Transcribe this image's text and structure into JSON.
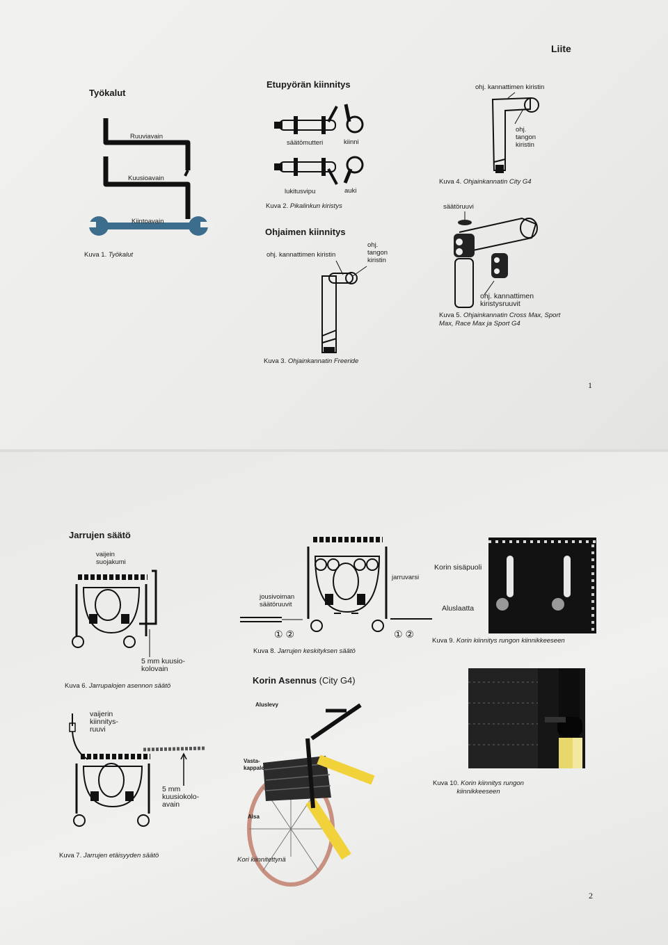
{
  "page1": {
    "header": "Liite",
    "page_number": "1",
    "tools": {
      "heading": "Työkalut",
      "screwdriver": "Ruuviavain",
      "hex_key": "Kuusioavain",
      "wrench": "Kiintoavain",
      "caption_prefix": "Kuva 1.",
      "caption_text": "Työkalut"
    },
    "front_wheel": {
      "heading": "Etupyörän kiinnitys",
      "adjust_nut": "säätömutteri",
      "closed": "kiinni",
      "lock_lever": "lukitusvipu",
      "open": "auki",
      "caption_prefix": "Kuva 2.",
      "caption_text": "Pikalinkun kiristys"
    },
    "handlebar": {
      "heading": "Ohjaimen kiinnitys",
      "stem_tightener": "ohj. kannattimen kiristin",
      "bar_tightener": "ohj.\ntangon\nkiristin",
      "caption_prefix": "Kuva 3.",
      "caption_text": "Ohjainkannatin Freeride"
    },
    "city_stem": {
      "stem_tightener": "ohj. kannattimen kiristin",
      "bar_tightener": "ohj.\ntangon\nkiristin",
      "caption_prefix": "Kuva 4.",
      "caption_text": "Ohjainkannatin City G4"
    },
    "sport_stem": {
      "adjust_screw": "säätöruuvi",
      "stem_screws": "ohj. kannattimen\nkiristysruuvit",
      "caption_prefix": "Kuva 5.",
      "caption_text": "Ohjainkannatin Cross Max, Sport\nMax, Race Max ja Sport G4"
    }
  },
  "page2": {
    "page_number": "2",
    "brakes": {
      "heading": "Jarrujen säätö",
      "cable_boot": "vaijein\nsuojakumi",
      "hex_key_5mm": "5 mm kuusio-\nkolovain",
      "caption6_prefix": "Kuva 6.",
      "caption6_text": "Jarrupalojen asennon säätö",
      "cable_screw": "vaijerin\nkiinnitys-\nruuvi",
      "hex_key_5mm_b": "5 mm\nkuusiokolo-\navain",
      "caption7_prefix": "Kuva 7.",
      "caption7_text": "Jarrujen etäisyyden säätö"
    },
    "centering": {
      "spring_screw": "jousivoiman\nsäätöruuvit",
      "brake_arm": "jarruvarsi",
      "caption_prefix": "Kuva 8.",
      "caption_text": "Jarrujen keskityksen säätö",
      "num1": "①",
      "num2": "②"
    },
    "basket_mount": {
      "inner": "Korin sisäpuoli",
      "washer": "Aluslaatta",
      "caption9_prefix": "Kuva 9.",
      "caption9_text": "Korin kiinnitys rungon kiinnikkeeseen",
      "caption10_prefix": "Kuva 10.",
      "caption10_text": "Korin kiinnitys rungon\nkiinnikkeeseen"
    },
    "basket": {
      "heading": "Korin Asennus",
      "heading_suffix": "(City G4)",
      "plate": "Aluslevy",
      "counterpart": "Vasta-\nkappale",
      "rim": "Alsa",
      "caption_text": "Kori kiinnitettynä"
    }
  },
  "colors": {
    "paper": "#efefed",
    "frame_yellow": "#f2d23a",
    "ink": "#1a1a1a"
  }
}
